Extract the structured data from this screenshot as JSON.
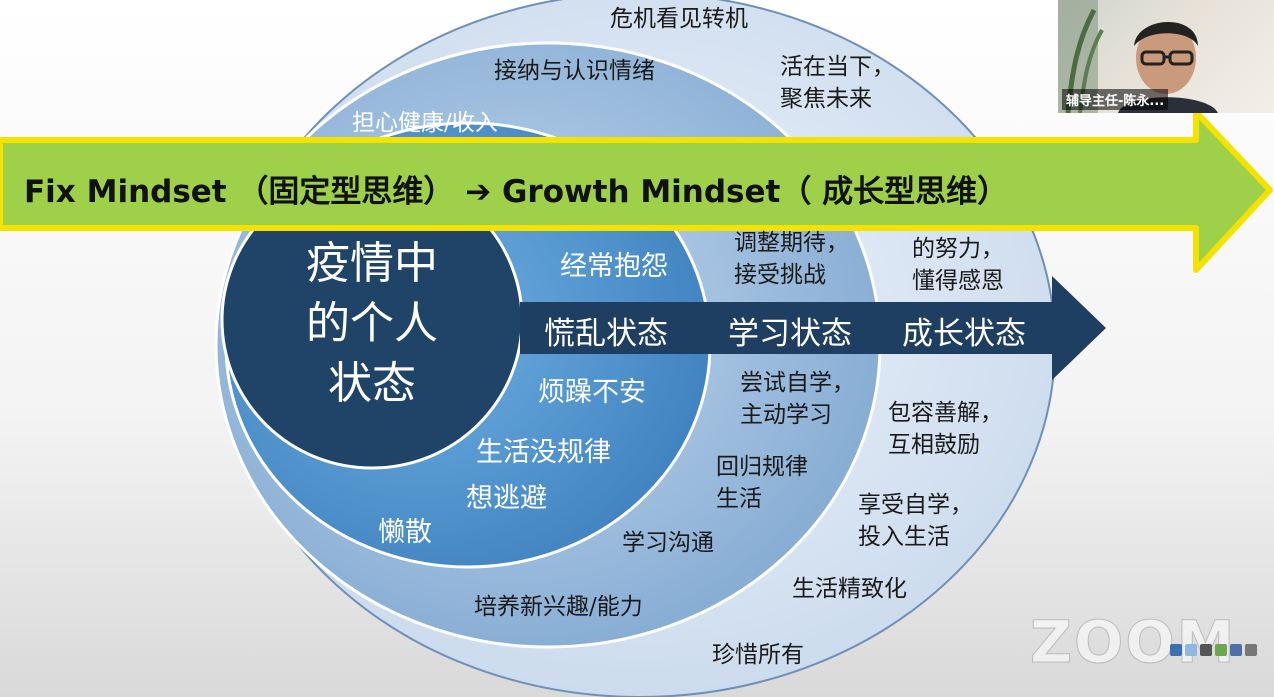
{
  "slide": {
    "outer_ring_texts": [
      "危机看见转机",
      "活在当下，",
      "聚焦未来",
      "的努力，",
      "懂得感恩",
      "包容善解，",
      "互相鼓励",
      "享受自学，",
      "投入生活",
      "生活精致化",
      "珍惜所有"
    ],
    "middle_ring_texts": [
      "接纳与认识情绪",
      "调整期待，",
      "接受挑战",
      "尝试自学，",
      "主动学习",
      "回归规律",
      "生活",
      "学习沟通",
      "培养新兴趣/能力"
    ],
    "inner_ring_texts": [
      "担心健康/收入",
      "经常抱怨",
      "烦躁不安",
      "生活没规律",
      "想逃避",
      "懒散"
    ],
    "core_lines": [
      "疫情中",
      "的个人",
      "状态"
    ],
    "arrow_labels": [
      "慌乱状态",
      "学习状态",
      "成长状态"
    ],
    "colors": {
      "core": "#1f4468",
      "inner": "#4a8fc8",
      "middle": "#9ec0e2",
      "outer": "#dbe7f4",
      "arrow": "#1f3f62",
      "banner_fill": "#9fd04a",
      "banner_border": "#f4e200"
    }
  },
  "banner": {
    "text": "Fix Mindset （固定型思维） ➔ Growth Mindset（ 成长型思维）"
  },
  "video": {
    "participant_label": "辅导主任-陈永..."
  },
  "watermark": {
    "text": "ZOOM"
  }
}
